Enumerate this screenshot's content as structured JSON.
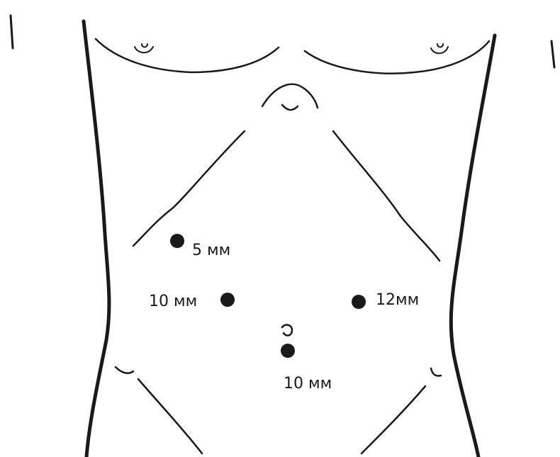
{
  "diagram": {
    "type": "laparoscopic-port-placement",
    "stroke_color": "#1a1a1a",
    "background_color": "#ffffff",
    "ports": [
      {
        "id": "upper-right",
        "label": "5 мм"
      },
      {
        "id": "right-mid",
        "label": "10 мм"
      },
      {
        "id": "left-mid",
        "label": "12мм"
      },
      {
        "id": "umbilical",
        "label": "10 мм"
      }
    ]
  }
}
